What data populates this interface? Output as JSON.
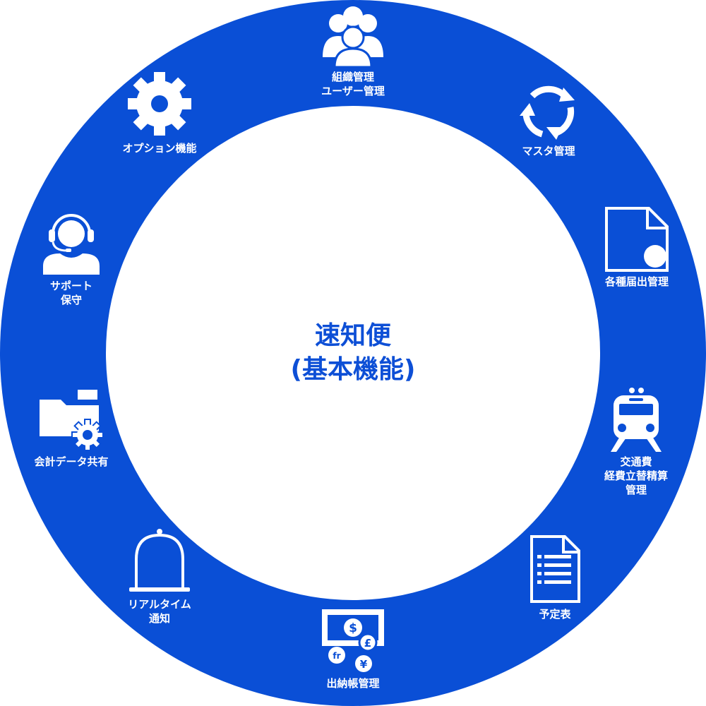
{
  "center": {
    "line1": "速知便",
    "line2": "(基本機能)"
  },
  "colors": {
    "ring": "#0a4fd6",
    "accent": "#0d4fd6",
    "icon": "#ffffff"
  },
  "features": [
    {
      "icon": "users-icon",
      "lines": [
        "組織管理",
        "ユーザー管理"
      ]
    },
    {
      "icon": "refresh-icon",
      "lines": [
        "マスタ管理"
      ]
    },
    {
      "icon": "document-icon",
      "lines": [
        "各種届出管理"
      ]
    },
    {
      "icon": "train-icon",
      "lines": [
        "交通費",
        "経費立替精算",
        "管理"
      ]
    },
    {
      "icon": "list-document-icon",
      "lines": [
        "予定表"
      ]
    },
    {
      "icon": "currency-icon",
      "lines": [
        "出納帳管理"
      ]
    },
    {
      "icon": "bell-icon",
      "lines": [
        "リアルタイム",
        "通知"
      ]
    },
    {
      "icon": "folder-gear-icon",
      "lines": [
        "会計データ共有"
      ]
    },
    {
      "icon": "headset-icon",
      "lines": [
        "サポート",
        "保守"
      ]
    },
    {
      "icon": "gear-icon",
      "lines": [
        "オプション機能"
      ]
    }
  ]
}
